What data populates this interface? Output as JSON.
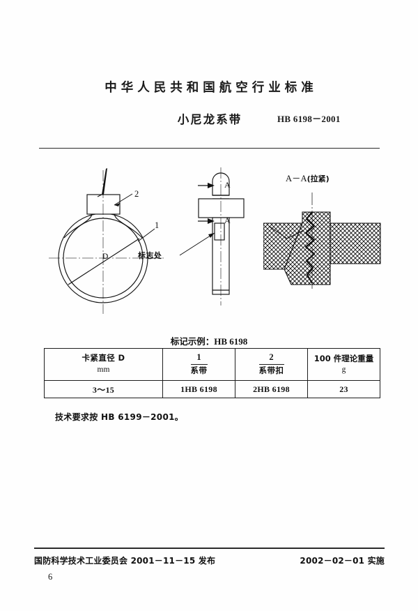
{
  "header": {
    "standard_authority_title": "中华人民共和国航空行业标准",
    "document_title": "小尼龙系带",
    "document_number": "HB 6198－2001"
  },
  "drawings": {
    "front_view": {
      "callout_strap": "1",
      "callout_buckle": "2",
      "diameter_label": "D"
    },
    "side_view": {
      "section_label_top": "A",
      "section_label_bottom": "A",
      "marking_note": "标志处"
    },
    "section_view": {
      "title_prefix": "A－A",
      "title_condition": "(拉紧)",
      "title_full": "A－A(拉紧)"
    }
  },
  "marking_example": {
    "label": "标记示例：",
    "value": "HB 6198"
  },
  "table": {
    "columns": [
      {
        "title": "卡紧直径 D",
        "unit": "mm",
        "type": "plain"
      },
      {
        "numerator": "1",
        "denominator": "系带",
        "type": "fraction"
      },
      {
        "numerator": "2",
        "denominator": "系带扣",
        "type": "fraction"
      },
      {
        "title": "100 件理论重量",
        "unit": "g",
        "type": "plain"
      }
    ],
    "rows": [
      {
        "diameter": "3～15",
        "strap": "1HB 6198",
        "buckle": "2HB 6198",
        "weight": "23"
      }
    ]
  },
  "tech_note": {
    "text": "技术要求按 HB 6199－2001。"
  },
  "footer": {
    "issuer_line": "国防科学技术工业委员会 2001－11－15 发布",
    "effective_line": "2002－02－01 实施",
    "page_number": "6"
  },
  "colors": {
    "ink": "#111111",
    "line": "#1d1d1d",
    "paper": "#fefefe"
  }
}
